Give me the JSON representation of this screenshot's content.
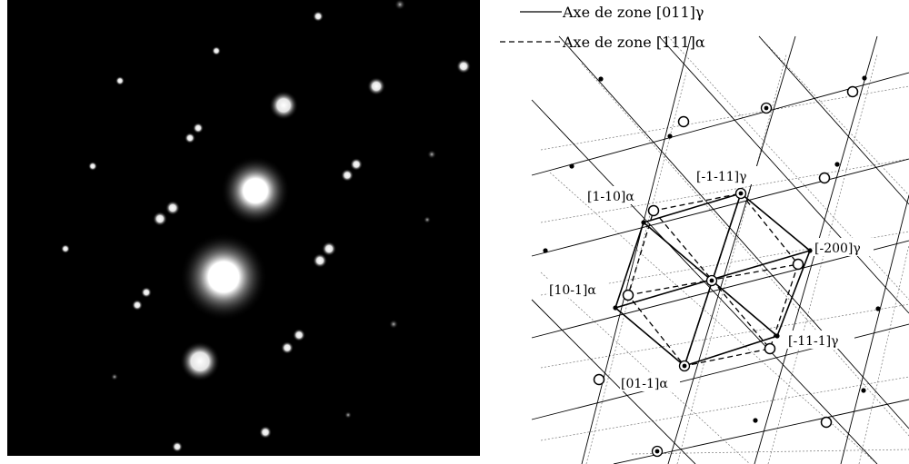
{
  "legend": {
    "solid_label": "Axe de zone [011]γ",
    "dashed_label": "Axe de zone [111]α"
  },
  "labels": {
    "g_minus1_1_1": "[-1-11]γ",
    "g_minus2_0_0": "[-200]γ",
    "g_minus1_1_minus1": "[-11-1]γ",
    "a_1_minus1_0": "[1-10]α",
    "a_1_0_minus1": "[10-1]α",
    "a_0_1_minus1": "[01-1]α"
  },
  "colors": {
    "background": "#ffffff",
    "photo_background": "#000000",
    "ink": "#000000"
  }
}
